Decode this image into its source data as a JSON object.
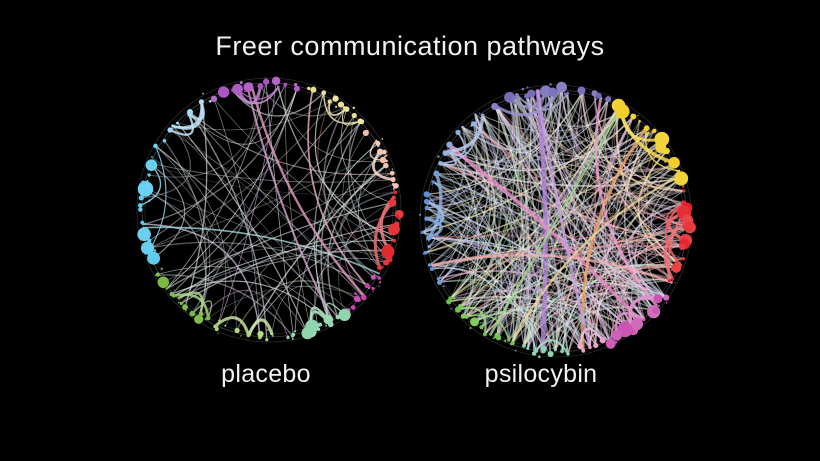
{
  "title": "Freer communication pathways",
  "background": "#000000",
  "text_color": "#f1f1f1",
  "networks": [
    {
      "id": "placebo",
      "label": "placebo",
      "ring_color": "#8a9096",
      "edge_grays": [
        "#d9dde0",
        "#c3c9cd",
        "#aeb6bb",
        "#e9e9e9",
        "#98a0a6",
        "#cfd8d4"
      ],
      "edge_palette": [
        "#e8c0d8",
        "#c8e0e8",
        "#e8d8c8",
        "#d8cce8"
      ],
      "edges": {
        "count": 78,
        "color_prob": 0.18,
        "width_min": 0.5,
        "width_max": 1.5,
        "opacity_min": 0.35,
        "opacity_max": 0.8
      },
      "bundles_per_cluster": 4,
      "clusters": [
        {
          "name": "purple-top",
          "color": "#a94fc0",
          "start": -26,
          "end": 16,
          "nodes": 13,
          "big": true
        },
        {
          "name": "pale-yellow",
          "color": "#ecdf90",
          "start": 18,
          "end": 48,
          "nodes": 11,
          "big": false
        },
        {
          "name": "salmon",
          "color": "#f2bfab",
          "start": 50,
          "end": 80,
          "nodes": 13,
          "big": false
        },
        {
          "name": "red",
          "color": "#e02025",
          "start": 82,
          "end": 118,
          "nodes": 15,
          "big": true
        },
        {
          "name": "magenta",
          "color": "#c73fae",
          "start": 120,
          "end": 142,
          "nodes": 9,
          "big": false
        },
        {
          "name": "mint",
          "color": "#8fd4ac",
          "start": 144,
          "end": 174,
          "nodes": 13,
          "big": true
        },
        {
          "name": "light-green",
          "color": "#a8d36e",
          "start": 176,
          "end": 206,
          "nodes": 11,
          "big": false
        },
        {
          "name": "yellow-green",
          "color": "#79b843",
          "start": 208,
          "end": 242,
          "nodes": 13,
          "big": true
        },
        {
          "name": "cyan",
          "color": "#55c8ee",
          "start": 246,
          "end": 304,
          "nodes": 19,
          "big": true
        },
        {
          "name": "sky",
          "color": "#9fd9f2",
          "start": 306,
          "end": 332,
          "nodes": 7,
          "big": false
        }
      ],
      "feature_bundles": [
        {
          "a1": 132,
          "a2": 352,
          "color": "#e79fc4",
          "width": 2.4
        },
        {
          "a1": 128,
          "a2": 20,
          "color": "#e8afc8",
          "width": 1.8
        },
        {
          "a1": 262,
          "a2": 120,
          "color": "#a8d8d8",
          "width": 1.6
        },
        {
          "a1": -10,
          "a2": 150,
          "color": "#d8a8d0",
          "width": 2.0
        }
      ]
    },
    {
      "id": "psilocybin",
      "label": "psilocybin",
      "ring_color": "#8a9096",
      "edge_grays": [
        "#e4e6e8",
        "#cdd3d6",
        "#b8c0c4",
        "#f0f0f0"
      ],
      "edge_palette": [
        "#d8c8f0",
        "#f0c0dc",
        "#c0ecd0",
        "#f8d8b8",
        "#f0ecd0",
        "#c0d8f4",
        "#e4f0c0",
        "#f0b0c8",
        "#cbb3e6",
        "#e8e8e8"
      ],
      "edges": {
        "count": 340,
        "color_prob": 0.78,
        "width_min": 0.5,
        "width_max": 1.9,
        "opacity_min": 0.3,
        "opacity_max": 0.75
      },
      "bundles_per_cluster": 5,
      "clusters": [
        {
          "name": "indigo-top",
          "color": "#6f66b5",
          "start": -30,
          "end": 24,
          "nodes": 17,
          "big": true
        },
        {
          "name": "yellow",
          "color": "#f1cf28",
          "start": 26,
          "end": 74,
          "nodes": 18,
          "big": true
        },
        {
          "name": "red",
          "color": "#e41e26",
          "start": 76,
          "end": 120,
          "nodes": 16,
          "big": true
        },
        {
          "name": "magenta",
          "color": "#c94fb0",
          "start": 122,
          "end": 156,
          "nodes": 13,
          "big": true
        },
        {
          "name": "pink",
          "color": "#e89fc6",
          "start": 158,
          "end": 172,
          "nodes": 6,
          "big": false
        },
        {
          "name": "mint",
          "color": "#80d0a8",
          "start": 174,
          "end": 196,
          "nodes": 10,
          "big": false
        },
        {
          "name": "green",
          "color": "#6cbf45",
          "start": 198,
          "end": 236,
          "nodes": 15,
          "big": true
        },
        {
          "name": "blue",
          "color": "#5b8fd2",
          "start": 240,
          "end": 292,
          "nodes": 15,
          "big": false
        },
        {
          "name": "steel",
          "color": "#8aa8dc",
          "start": 294,
          "end": 328,
          "nodes": 9,
          "big": false
        }
      ],
      "feature_bundles": [
        {
          "a1": 352,
          "a2": 186,
          "color": "#b083d8",
          "width": 4.5
        },
        {
          "a1": 140,
          "a2": 305,
          "color": "#e88fc8",
          "width": 3.6
        },
        {
          "a1": 44,
          "a2": 168,
          "color": "#f2a868",
          "width": 3.0
        },
        {
          "a1": 210,
          "a2": 30,
          "color": "#a8d890",
          "width": 2.6
        },
        {
          "a1": 118,
          "a2": 250,
          "color": "#f0b0b0",
          "width": 2.4
        },
        {
          "a1": 165,
          "a2": 352,
          "color": "#c8a0e0",
          "width": 3.0
        },
        {
          "a1": 70,
          "a2": 200,
          "color": "#f0d898",
          "width": 2.2
        },
        {
          "a1": 130,
          "a2": 20,
          "color": "#ef9fd0",
          "width": 2.8
        }
      ]
    }
  ]
}
